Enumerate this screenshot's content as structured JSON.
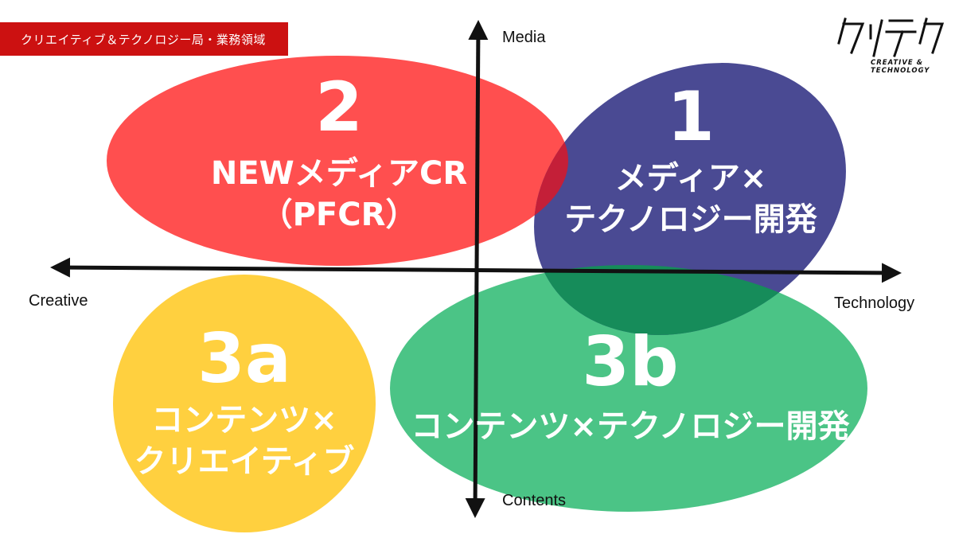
{
  "header": {
    "label": "クリエイティブ＆テクノロジー局・業務領域"
  },
  "logo": {
    "subtitle": "CREATIVE & TECHNOLOGY"
  },
  "axes": {
    "top": "Media",
    "bottom": "Contents",
    "left": "Creative",
    "right": "Technology"
  },
  "quadrants": {
    "q2": {
      "number": "2",
      "line1": "NEWメディアCR",
      "line2": "（PFCR）",
      "color": "#ff4f4f"
    },
    "q1": {
      "number": "1",
      "line1": "メディア×",
      "line2": "テクノロジー開発",
      "color": "#4a4a93"
    },
    "q3a": {
      "number": "3a",
      "line1": "コンテンツ×",
      "line2": "クリエイティブ",
      "color": "#ffd03f"
    },
    "q3b": {
      "number": "3b",
      "line1": "コンテンツ×テクノロジー開発",
      "color": "#4bc486"
    }
  },
  "overlaps": {
    "red_blue": "#c41f38",
    "blue_green": "#168c5a"
  }
}
